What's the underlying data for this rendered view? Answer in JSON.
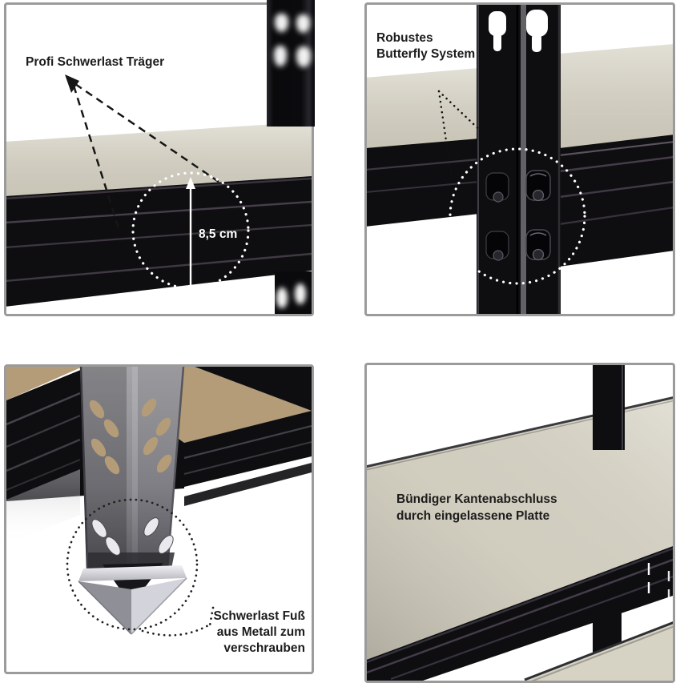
{
  "panels": {
    "top_left": {
      "label": "Profi Schwerlast Träger",
      "measurement_label": "8,5 cm"
    },
    "top_right": {
      "label_lines": [
        "Robustes",
        "Butterfly System"
      ]
    },
    "bottom_left": {
      "label_lines": [
        "Schwerlast Fuß",
        "aus Metall zum",
        "verschrauben"
      ]
    },
    "bottom_right": {
      "label_lines": [
        "Bündiger Kantenabschluss",
        "durch eingelassene Platte"
      ]
    }
  },
  "colors": {
    "frame_border": "#9b9b9b",
    "board_cream": "#d6d2c4",
    "board_wood_tan": "#b49c79",
    "metal_black": "#0e0e11",
    "post_gray": "#8e8e93",
    "foot_silver": "#d8d8de",
    "annotation_white": "#ffffff",
    "annotation_black": "#1a1a1a",
    "text": "#1c1c1c",
    "background": "#ffffff"
  }
}
